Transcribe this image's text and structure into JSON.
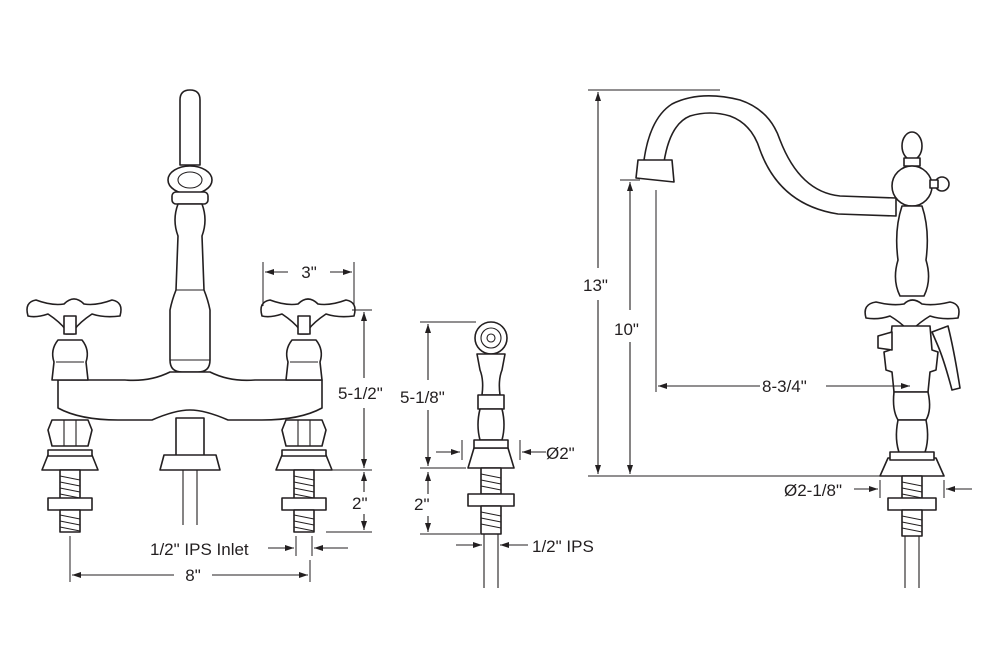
{
  "dimensions": {
    "spread_width": "8\"",
    "handle_spacing": "3\"",
    "handle_height": "5-1/2\"",
    "shank_length_faucet": "2\"",
    "inlet": "1/2\" IPS Inlet",
    "spray_height": "5-1/8\"",
    "spray_base_dia": "Ø2\"",
    "spray_shank": "2\"",
    "spray_thread": "1/2\" IPS",
    "total_height": "13\"",
    "spout_height": "10\"",
    "spout_reach": "8-3/4\"",
    "base_dia": "Ø2-1/8\""
  },
  "colors": {
    "line": "#231f20",
    "background": "#ffffff"
  }
}
